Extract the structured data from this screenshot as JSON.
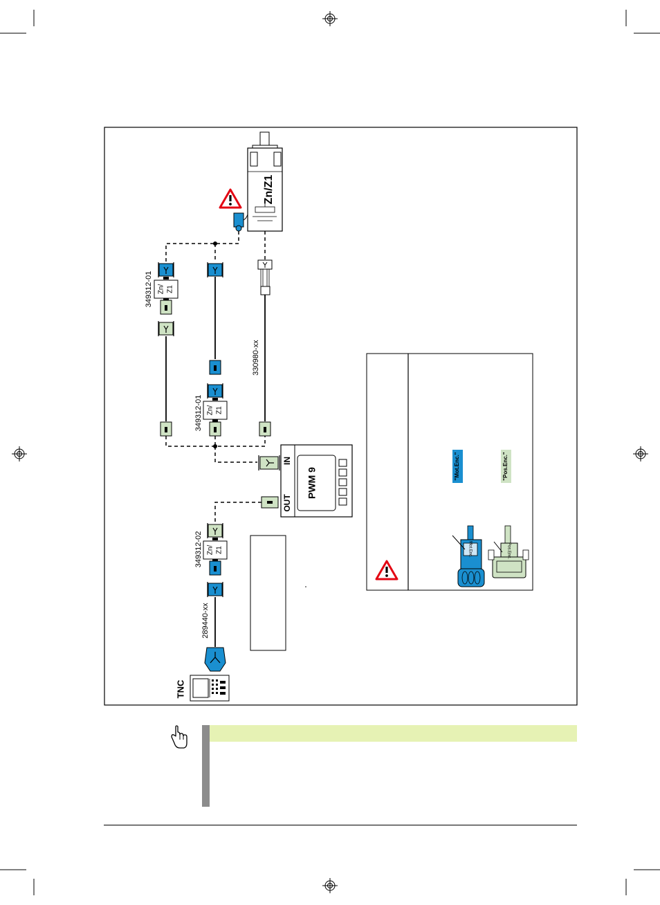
{
  "diagram": {
    "motor_label": "Zn/Z1",
    "pwm_label": "PWM 9",
    "port_in": "IN",
    "port_out": "OUT",
    "tnc_label": "TNC",
    "cable_349312_01_top": "349312-01",
    "cable_349312_01_mid": "349312-01",
    "cable_330980": "330980-xx",
    "cable_349312_02": "349312-02",
    "cable_289440": "289440-xx",
    "adapter_zn": "Zn/",
    "adapter_z1": "Z1",
    "legend_mot_enc": "\"Mot.Enc.\"",
    "legend_pos_enc": "\"Pos.Enc.\"",
    "connector_mot_text": "Mot.Enc.",
    "connector_pos_text": "Pos.Enc.",
    "colors": {
      "blue": "#1a8fd0",
      "green": "#cfe3c4",
      "warning_red": "#e30613",
      "note_bar": "#e6f2b4",
      "note_side": "#8c8c8c"
    },
    "icons": [
      "warning-icon",
      "pointing-hand-icon",
      "register-mark-icon"
    ]
  }
}
